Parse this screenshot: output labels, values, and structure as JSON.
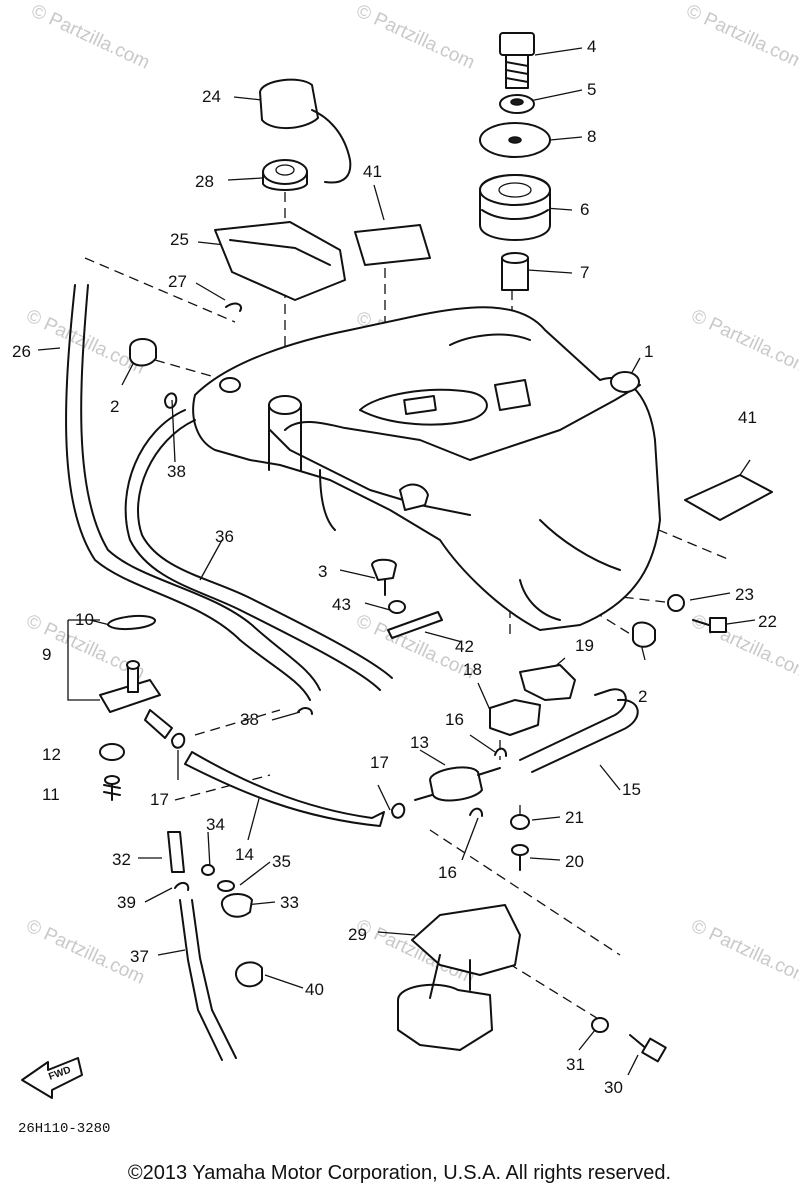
{
  "watermarks": [
    "© Partzilla.com",
    "© Partzilla.com",
    "© Partzilla.com",
    "© Partzilla.com",
    "© Partzilla.com",
    "© Partzilla.com",
    "© Partzilla.com",
    "© Partzilla.com",
    "© Partzilla.com",
    "© Partzilla.com",
    "© Partzilla.com",
    "© Partzilla.com"
  ],
  "callouts": [
    "1",
    "2",
    "2",
    "3",
    "4",
    "5",
    "6",
    "7",
    "8",
    "9",
    "10",
    "11",
    "12",
    "13",
    "14",
    "15",
    "16",
    "16",
    "17",
    "17",
    "18",
    "19",
    "20",
    "21",
    "22",
    "23",
    "24",
    "25",
    "26",
    "27",
    "28",
    "29",
    "30",
    "31",
    "32",
    "33",
    "34",
    "35",
    "36",
    "37",
    "38",
    "38",
    "39",
    "40",
    "41",
    "41",
    "42",
    "43"
  ],
  "diagram_code": "26H110-3280",
  "fwd_label": "FWD",
  "copyright": "©2013  Yamaha Motor Corporation, U.S.A. All rights reserved."
}
